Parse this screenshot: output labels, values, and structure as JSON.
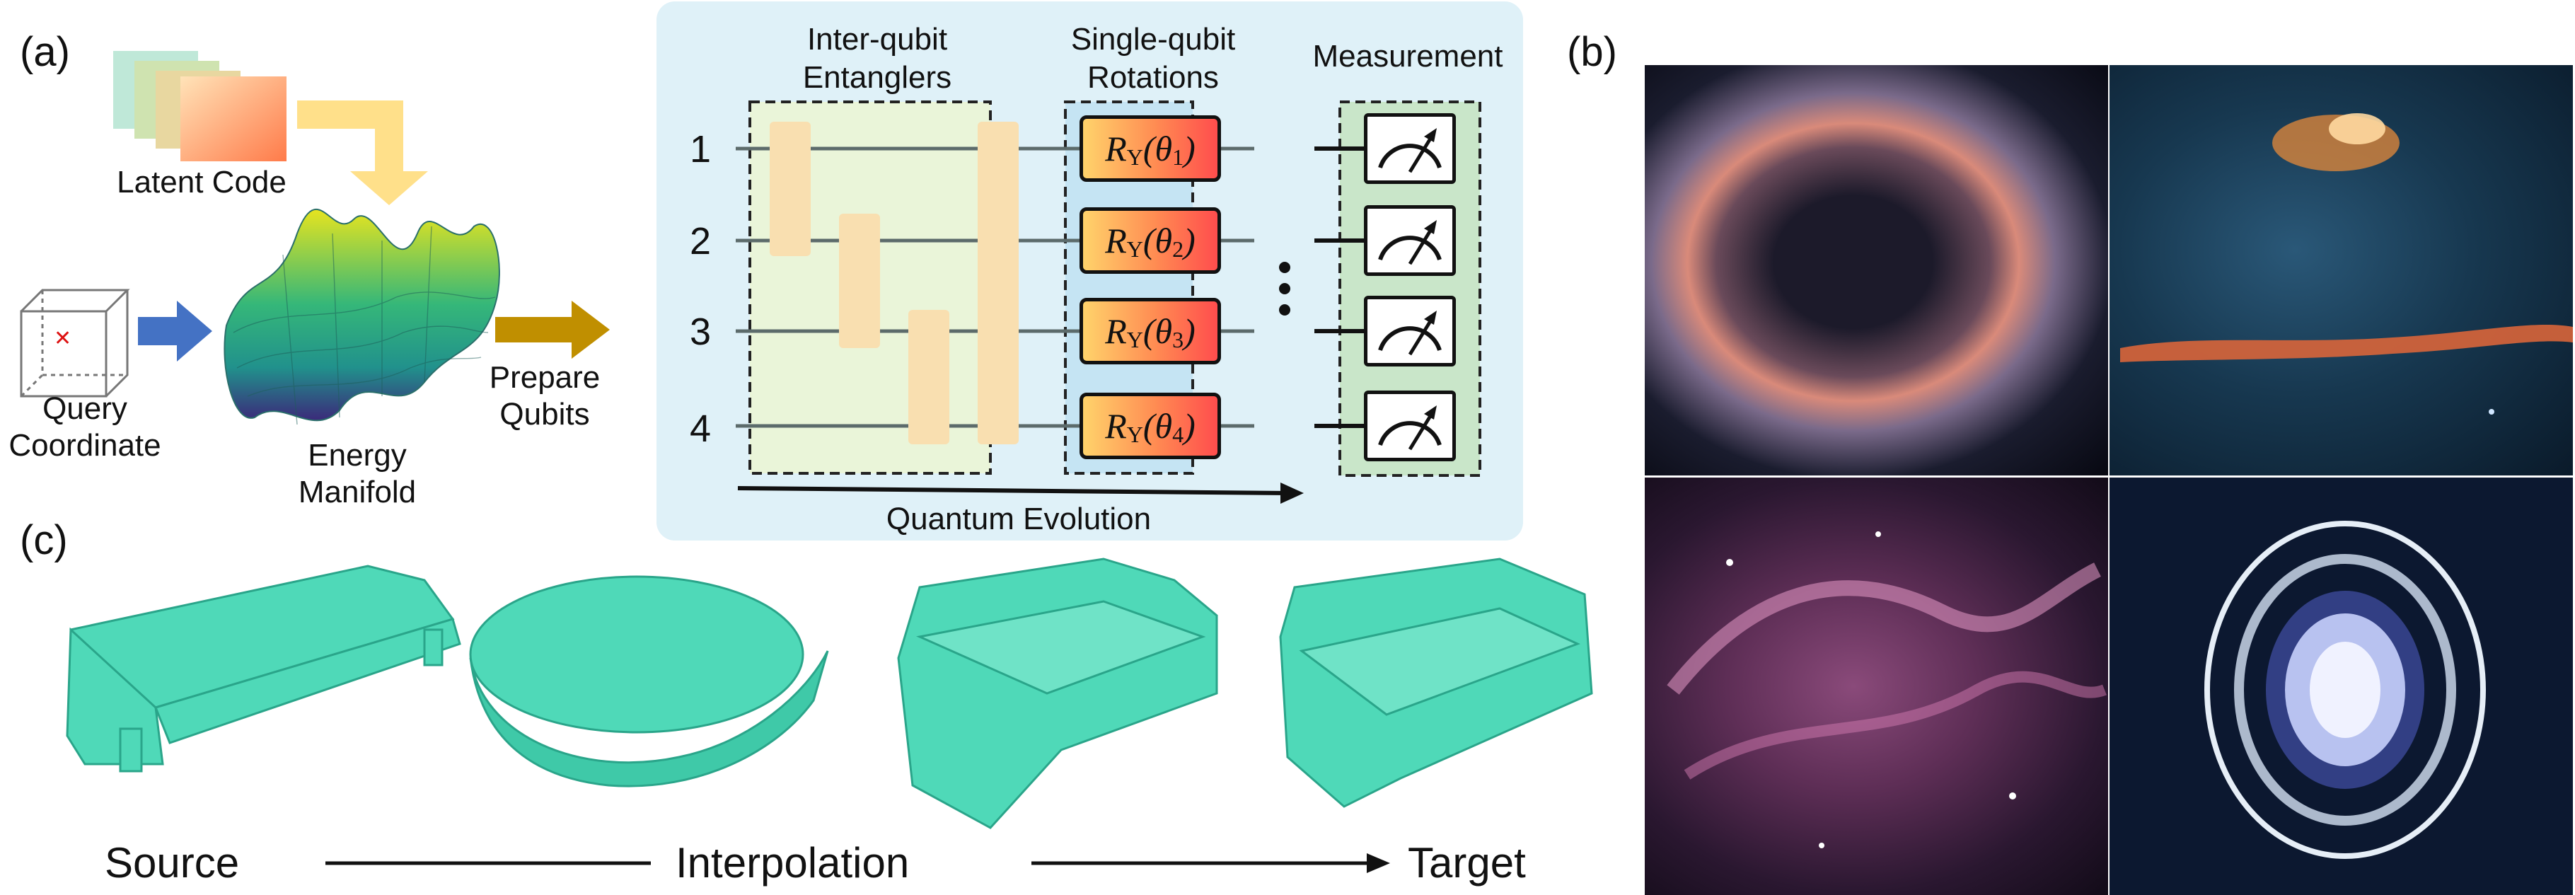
{
  "panels": {
    "a": "(a)",
    "b": "(b)",
    "c": "(c)"
  },
  "panel_a": {
    "latent_code": "Latent Code",
    "query_coordinate": [
      "Query",
      "Coordinate"
    ],
    "energy_manifold": [
      "Energy",
      "Manifold"
    ],
    "prepare_qubits": [
      "Prepare",
      "Qubits"
    ]
  },
  "circuit": {
    "header_entanglers": [
      "Inter-qubit",
      "Entanglers"
    ],
    "header_rotations": [
      "Single-qubit",
      "Rotations"
    ],
    "header_measurement": "Measurement",
    "qubits": [
      "1",
      "2",
      "3",
      "4"
    ],
    "gates": [
      {
        "symbol": "R",
        "sub": "Y",
        "arg": "(θ",
        "argsub": "1",
        "close": ")"
      },
      {
        "symbol": "R",
        "sub": "Y",
        "arg": "(θ",
        "argsub": "2",
        "close": ")"
      },
      {
        "symbol": "R",
        "sub": "Y",
        "arg": "(θ",
        "argsub": "3",
        "close": ")"
      },
      {
        "symbol": "R",
        "sub": "Y",
        "arg": "(θ",
        "argsub": "4",
        "close": ")"
      }
    ],
    "evolution_label": "Quantum Evolution",
    "colors": {
      "background": "#dff1f8",
      "entangler_box": "#eaf5d9",
      "rotation_box": "#c5e4f3",
      "measure_box": "#c9e6c9",
      "entangler_bar": "#f9dfb0"
    }
  },
  "panel_c": {
    "source": "Source",
    "interpolation": "Interpolation",
    "target": "Target",
    "mesh_color": "#4fd9b8"
  },
  "panel_b": {
    "images": [
      "nebula-ring-image",
      "jet-outflow-image",
      "pink-nebula-image",
      "ringed-planet-image"
    ]
  }
}
